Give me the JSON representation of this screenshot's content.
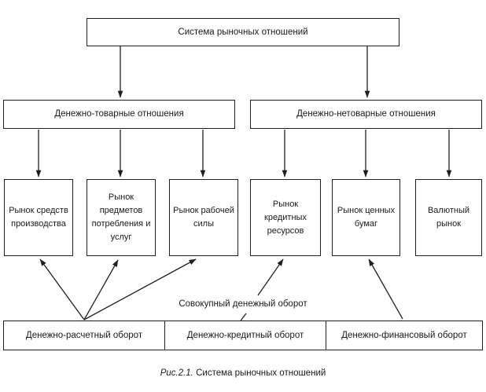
{
  "figure": {
    "root": "Система рыночных отношений",
    "level2": {
      "commodity": "Денежно-товарные отношения",
      "noncommodity": "Денежно-нетоварные отношения"
    },
    "markets": [
      "Рынок средств производства",
      "Рынок предметов потребления и услуг",
      "Рынок рабочей силы",
      "Рынок кредитных ресурсов",
      "Рынок ценных бумаг",
      "Валютный рынок"
    ],
    "turnover": {
      "label": "Совокупный денежный оборот",
      "cells": [
        "Денежно-расчетный оборот",
        "Денежно-кредитный оборот",
        "Денежно-финансовый оборот"
      ]
    },
    "caption": {
      "prefix": "Рис.2.1.",
      "title": "Система рыночных отношений"
    },
    "colors": {
      "line": "#1f1f1f",
      "text": "#1a1a1a",
      "background": "#ffffff"
    }
  }
}
